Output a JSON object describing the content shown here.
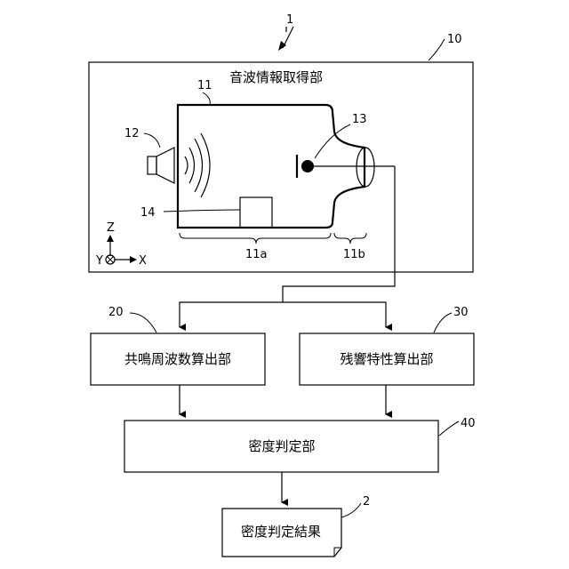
{
  "refs": {
    "system": "1",
    "acquisition": "10",
    "container": "11",
    "speaker": "12",
    "microphone": "13",
    "sample": "14",
    "resonance": "20",
    "reverb": "30",
    "density": "40",
    "result": "2",
    "region_a": "11a",
    "region_b": "11b"
  },
  "labels": {
    "acquisition": "音波情報取得部",
    "resonance": "共鳴周波数算出部",
    "reverb": "残響特性算出部",
    "density": "密度判定部",
    "result": "密度判定結果"
  },
  "axes": {
    "z": "Z",
    "y": "Y",
    "x": "X"
  }
}
